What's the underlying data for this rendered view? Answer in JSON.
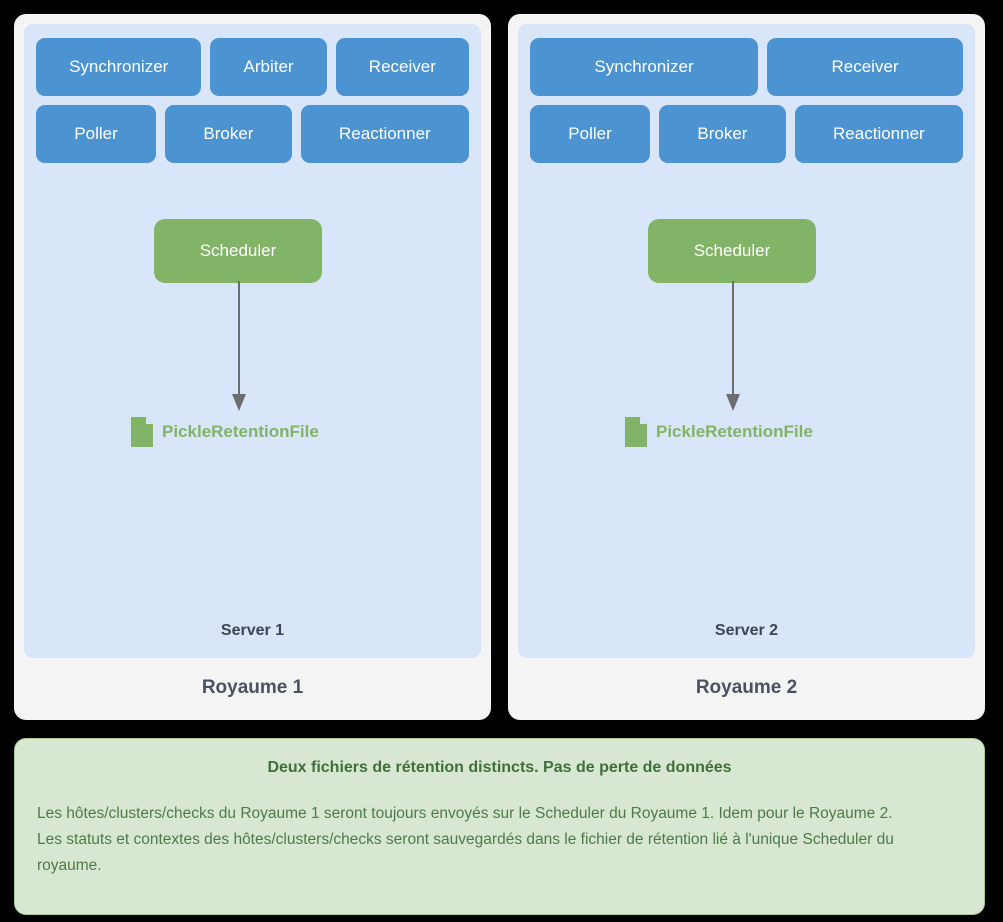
{
  "diagram": {
    "realms": [
      {
        "realm_label": "Royaume 1",
        "server_label": "Server 1",
        "daemon_rows": [
          [
            "Synchronizer",
            "Arbiter",
            "Receiver"
          ],
          [
            "Poller",
            "Broker",
            "Reactionner"
          ]
        ],
        "scheduler_label": "Scheduler",
        "file_label": "PickleRetentionFile",
        "file_icon": "file-document-icon"
      },
      {
        "realm_label": "Royaume 2",
        "server_label": "Server 2",
        "daemon_rows": [
          [
            "Synchronizer",
            "Receiver"
          ],
          [
            "Poller",
            "Broker",
            "Reactionner"
          ]
        ],
        "scheduler_label": "Scheduler",
        "file_label": "PickleRetentionFile",
        "file_icon": "file-document-icon"
      }
    ],
    "note": {
      "title": "Deux fichiers de rétention distincts. Pas de perte de données",
      "paragraphs": [
        "Les hôtes/clusters/checks du Royaume 1 seront toujours envoyés sur le Scheduler du Royaume 1. Idem pour le Royaume 2.",
        "Les statuts et contextes des hôtes/clusters/checks seront sauvegardés dans le fichier de rétention lié à l'unique Scheduler du royaume."
      ]
    },
    "colors": {
      "page_background": "#000000",
      "realm_panel": "#f4f4f4",
      "server_box": "#d9e5f9",
      "daemon_chip": "#4c93d1",
      "scheduler": "#82b467",
      "file_green": "#82b467",
      "arrow": "#6d6d6d",
      "note_background": "#d8e7d1",
      "note_border": "#a8c79c",
      "note_title_text": "#3f703c",
      "note_body_text": "#4e7a4a",
      "label_text": "#4a5260"
    }
  }
}
